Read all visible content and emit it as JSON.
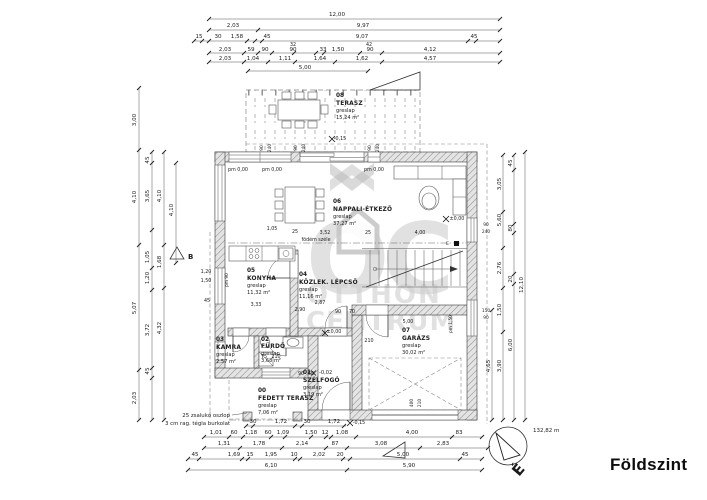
{
  "title": "Földszint",
  "compass": {
    "elevation": "132,82 m",
    "north": "É"
  },
  "note": [
    "25 zsalukő oszlop",
    "3 cm rag. tégla burkolat"
  ],
  "watermark": {
    "letters": "OC",
    "word1": "OTTHON",
    "word2": "CENTRUM"
  },
  "labels": {
    "fodem": "födém széle",
    "section_b": "B",
    "e_mark": "E"
  },
  "rooms": {
    "terasz": {
      "num": "08",
      "name": "TERASZ",
      "finish": "greslap",
      "area": "15,24 m²"
    },
    "nappali": {
      "num": "06",
      "name": "NAPPALI-ÉTKEZŐ",
      "finish": "greslap",
      "area": "37,27 m²"
    },
    "konyha": {
      "num": "05",
      "name": "KONYHA",
      "finish": "greslap",
      "area": "11,32 m²"
    },
    "kozlek": {
      "num": "04",
      "name": "KÖZLEK. LÉPCSŐ",
      "finish": "greslap",
      "area": "11,16 m²"
    },
    "kamra": {
      "num": "03",
      "name": "KAMRA",
      "finish": "greslap",
      "area": "2,57 m²"
    },
    "furdo": {
      "num": "02",
      "name": "FÜRDŐ",
      "finish": "greslap",
      "area": "3,68 m²"
    },
    "szelfogo": {
      "num": "01",
      "name": "SZÉLFOGÓ",
      "finish": "greslap",
      "area": "3,19 m²",
      "level": "-0,02"
    },
    "fedett": {
      "num": "00",
      "name": "FEDETT TERASZ",
      "finish": "greslap",
      "area": "7,06 m²"
    },
    "garazs": {
      "num": "07",
      "name": "GARÁZS",
      "finish": "greslap",
      "area": "30,02 m²"
    }
  },
  "dims": {
    "t1": [
      "12,00"
    ],
    "t2": [
      "2,03",
      "9,97"
    ],
    "t3": [
      "15",
      "30",
      "1,58",
      "45",
      "9,07",
      "45"
    ],
    "t4": [
      "32",
      "42"
    ],
    "t5": [
      "2,03",
      "59",
      "90",
      "90",
      "33",
      "1,50",
      "90",
      "4,12"
    ],
    "t6": [
      "2,03",
      "1,04",
      "1,11",
      "1,64",
      "1,62",
      "4,57"
    ],
    "t7": [
      "5,00"
    ],
    "b0": [
      "30",
      "1,72",
      "30",
      "1,72"
    ],
    "b1": [
      "1,01",
      "60",
      "1,18",
      "60",
      "1,09",
      "1,50",
      "12",
      "1,08",
      "4,00",
      "83"
    ],
    "b2": [
      "1,31",
      "1,78",
      "2,14",
      "87",
      "3,08",
      "2,83"
    ],
    "b3": [
      "45",
      "1,69",
      "15",
      "1,95",
      "10",
      "2,02",
      "20",
      "5,00",
      "45"
    ],
    "b4": [
      "6,10",
      "5,90"
    ],
    "l1": [
      "3,00",
      "4,10",
      "5,07",
      "2,03"
    ],
    "l2": [
      "45",
      "3,65",
      "1,05",
      "1,20",
      "3,72",
      "45"
    ],
    "l3": [
      "4,10",
      "1,68",
      "4,32"
    ],
    "l4": [
      "4,10"
    ],
    "r1": [
      "4,65"
    ],
    "r2": [
      "3,05",
      "5,60",
      "2,76",
      "1,50",
      "3,90"
    ],
    "r3": [
      "45",
      "80",
      "20",
      "6,00"
    ],
    "r4": [
      "12,10"
    ],
    "pm": [
      "pm 0,00",
      "pm 0,00",
      "pm 0,00"
    ],
    "levels": [
      "-0,15",
      "±0,00",
      "±0,00",
      "-0,15"
    ],
    "wrot": [
      "90",
      "240",
      "90",
      "240",
      "90",
      "240"
    ],
    "rwall": [
      "90",
      "240",
      "150",
      "90"
    ],
    "rot2": [
      "pm 90",
      "pm 1,50",
      "400",
      "210"
    ],
    "inner": [
      "1,05",
      "25",
      "3,52",
      "25",
      "4,00",
      "3,33",
      "2,90",
      "2,87",
      "90",
      "70",
      "5,00",
      "1,20",
      "1,50",
      "45",
      "75",
      "210",
      "90",
      "60",
      "210"
    ]
  }
}
